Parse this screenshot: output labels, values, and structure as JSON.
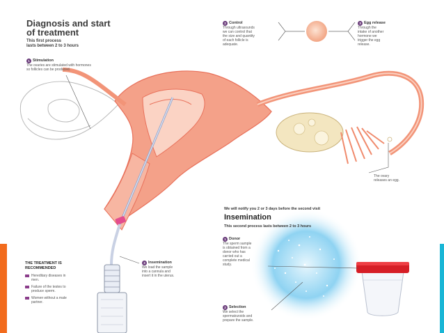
{
  "header": {
    "title_line1": "Diagnosis and start",
    "title_line2": "of treatment",
    "subtitle_line1": "This first process",
    "subtitle_line2": "lasts between 2 to 3 hours"
  },
  "steps": {
    "stimulation": {
      "num": "1",
      "title": "Stimulation",
      "body": [
        "The ovaries are stimulated with hormones",
        "so follicles can be produced."
      ]
    },
    "control": {
      "num": "2",
      "title": "Control",
      "body": [
        "Through ultrasounds",
        "we can control that",
        "the size and quantity",
        "of each follicle is",
        "adequate."
      ]
    },
    "egg_release": {
      "num": "3",
      "title": "Egg release",
      "body": [
        "Through the",
        "intake of another",
        "hormone we",
        "trigger the egg",
        "release."
      ]
    },
    "ovary_note": [
      "The ovary",
      "releases an egg."
    ],
    "insemination": {
      "num": "3",
      "title": "Insemination",
      "body": [
        "We load the sample",
        "into a cannula and",
        "insert it in the uterus."
      ]
    },
    "donor": {
      "num": "1",
      "title": "Donor",
      "body": [
        "The sperm sample",
        "is obtained from a",
        "donor who has",
        "carried out a",
        "complete medical",
        "study."
      ]
    },
    "selection": {
      "num": "2",
      "title": "Selection",
      "body": [
        "We select the",
        "spermatozoids and",
        "prepare the sample."
      ]
    }
  },
  "insemination_section": {
    "pre": "We will notify you 2 or 3 days before the second visit",
    "title": "Insemination",
    "subtitle": "This second process lasts between 2 to 3 hours"
  },
  "recommended": {
    "heading_line1": "THE TREATMENT IS",
    "heading_line2": "RECOMMENDED",
    "items": [
      [
        "Hereditary diseases in",
        "men."
      ],
      [
        "Failure of the testes to",
        "produce sperm."
      ],
      [
        "Women without a male",
        "partner."
      ]
    ]
  },
  "colors": {
    "uterus": "#f4a189",
    "uterus_dark": "#e8705a",
    "ovary": "#f3e6c0",
    "cup_lid": "#d61e26",
    "glow": "#1aa7e0",
    "step_badge": "#6a3c7a",
    "left_band": "#f26b1d",
    "right_band": "#19b6d6"
  }
}
